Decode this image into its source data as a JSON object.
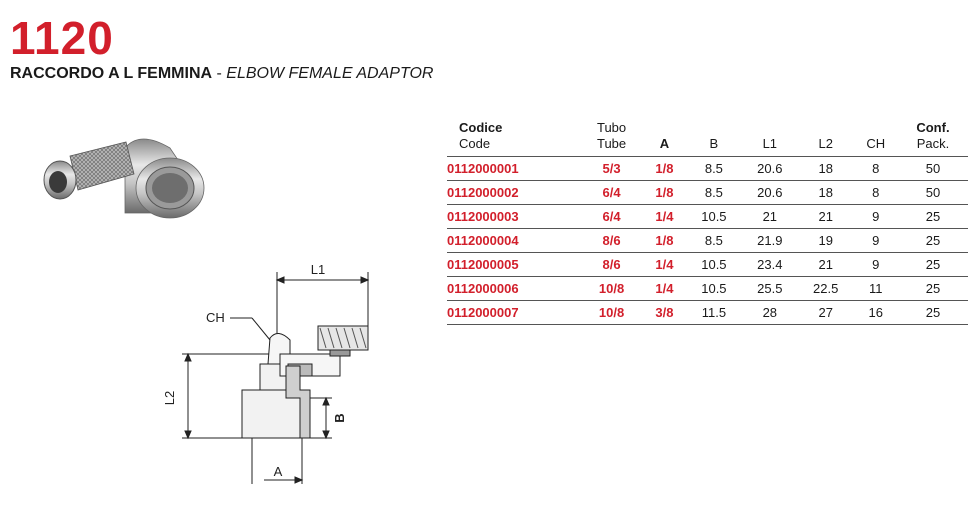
{
  "header": {
    "code": "1120",
    "name_it": "RACCORDO A L FEMMINA",
    "separator": " - ",
    "name_en": "ELBOW FEMALE ADAPTOR"
  },
  "drawing_labels": {
    "l1": "L1",
    "ch": "CH",
    "l2": "L2",
    "b": "B",
    "a": "A"
  },
  "table": {
    "headers": [
      {
        "main": "Codice",
        "sub": "Code"
      },
      {
        "main": "Tubo",
        "sub": "Tube"
      },
      {
        "main": "A",
        "sub": ""
      },
      {
        "main": "",
        "sub": "B"
      },
      {
        "main": "",
        "sub": "L1"
      },
      {
        "main": "",
        "sub": "L2"
      },
      {
        "main": "",
        "sub": "CH"
      },
      {
        "main": "Conf.",
        "sub": "Pack."
      }
    ],
    "rows": [
      [
        "0112000001",
        "5/3",
        "1/8",
        "8.5",
        "20.6",
        "18",
        "8",
        "50"
      ],
      [
        "0112000002",
        "6/4",
        "1/8",
        "8.5",
        "20.6",
        "18",
        "8",
        "50"
      ],
      [
        "0112000003",
        "6/4",
        "1/4",
        "10.5",
        "21",
        "21",
        "9",
        "25"
      ],
      [
        "0112000004",
        "8/6",
        "1/8",
        "8.5",
        "21.9",
        "19",
        "9",
        "25"
      ],
      [
        "0112000005",
        "8/6",
        "1/4",
        "10.5",
        "23.4",
        "21",
        "9",
        "25"
      ],
      [
        "0112000006",
        "10/8",
        "1/4",
        "10.5",
        "25.5",
        "22.5",
        "11",
        "25"
      ],
      [
        "0112000007",
        "10/8",
        "3/8",
        "11.5",
        "28",
        "27",
        "16",
        "25"
      ]
    ]
  },
  "colors": {
    "accent": "#d21f2b",
    "text": "#1a1a1a",
    "rule": "#555555"
  }
}
